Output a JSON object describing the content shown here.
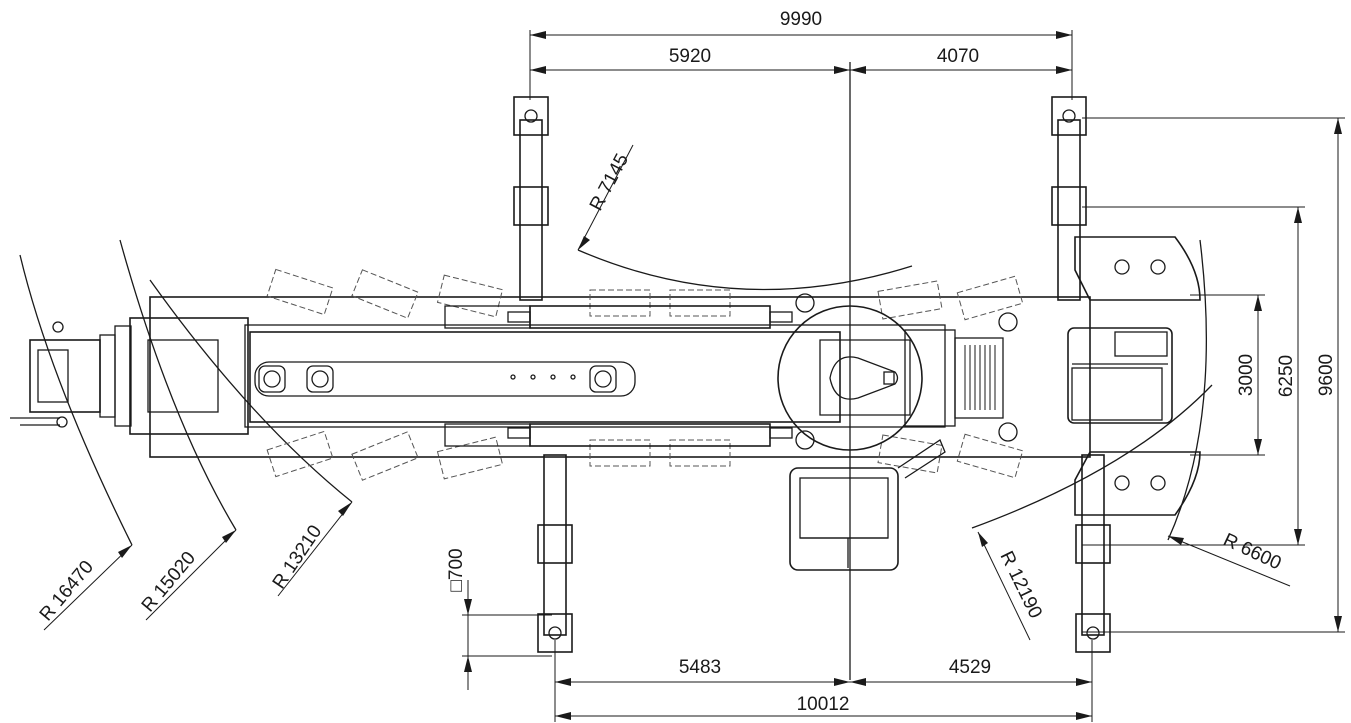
{
  "diagram": {
    "dimensions": {
      "overall_top": "9990",
      "top_left": "5920",
      "top_right": "4070",
      "overall_bottom": "10012",
      "bottom_left": "5483",
      "bottom_right": "4529",
      "width_inner": "3000",
      "width_mid": "6250",
      "width_outer": "9600"
    },
    "radii": {
      "r1": "R 7145",
      "r2": "R 16470",
      "r3": "R 15020",
      "r4": "R 13210",
      "r5": "R 12190",
      "r6": "R 6600"
    },
    "pad_size": "□700"
  }
}
